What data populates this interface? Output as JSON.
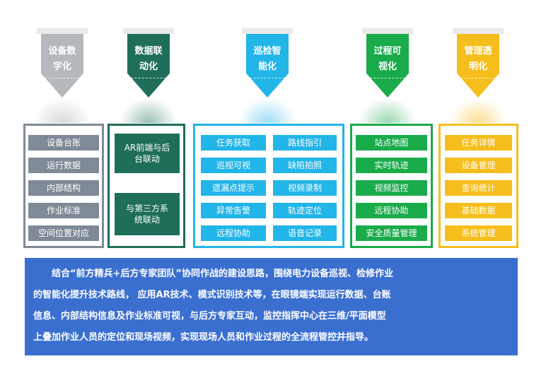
{
  "columns": [
    {
      "title": "设备数字化",
      "title_lines": [
        "设备数",
        "字化"
      ],
      "color": "#b5b8bc",
      "panel_border": "#7f8a96",
      "cell_color": "#7f8a96",
      "items": [
        "设备台账",
        "运行数据",
        "内部结构",
        "作业标准",
        "空间位置对应"
      ]
    },
    {
      "title": "数据联动化",
      "title_lines": [
        "数据联",
        "动化"
      ],
      "color": "#1e6e5a",
      "panel_border": "#1e6e5a",
      "cell_color": "#1e6e5a",
      "items": [
        "AR前端与后台联动",
        "与第三方系统联动"
      ],
      "item_lines": [
        [
          "AR前端与后",
          "台联动"
        ],
        [
          "与第三方系",
          "统联动"
        ]
      ]
    },
    {
      "title": "巡检智能化",
      "title_lines": [
        "巡检智",
        "能化"
      ],
      "color": "#22b5e8",
      "panel_border": "#22b5e8",
      "cell_color": "#22b5e8",
      "items_left": [
        "任务获取",
        "巡视可视",
        "遗漏点提示",
        "异常告警",
        "远程协助"
      ],
      "items_right": [
        "路线指引",
        "缺陷拍照",
        "视频录制",
        "轨迹定位",
        "语音记录"
      ]
    },
    {
      "title": "过程可视化",
      "title_lines": [
        "过程可",
        "视化"
      ],
      "color": "#1aab4a",
      "panel_border": "#1aab4a",
      "cell_color": "#1aab4a",
      "items": [
        "站点地图",
        "实时轨迹",
        "视频监控",
        "远程协助",
        "安全质量管理"
      ]
    },
    {
      "title": "管理透明化",
      "title_lines": [
        "管理透",
        "明化"
      ],
      "color": "#f5be1c",
      "panel_border": "#f5be1c",
      "cell_color": "#f5be1c",
      "items": [
        "任务详情",
        "设备管理",
        "查询统计",
        "基础数据",
        "系统管理"
      ]
    }
  ],
  "description": {
    "lines": [
      "结合“前方精兵+后方专家团队”协同作战的建设思路，围绕电力设备巡视、检修作业",
      "的智能化提升技术路线， 应用AR技术、模式识别技术等，在眼镜端实现运行数据、台账",
      "信息、内部结构信息及作业标准可视，与后方专家互动，监控指挥中心在三维/平面模型",
      "上叠加作业人员的定位和现场视频，实现现场人员和作业过程的全流程管控并指导。"
    ]
  }
}
